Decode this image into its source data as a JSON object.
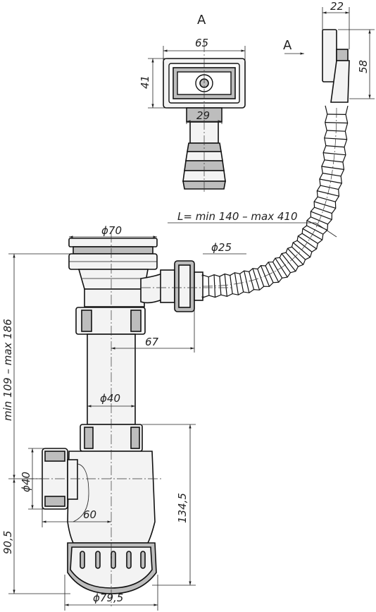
{
  "view": {
    "label_top": "A",
    "label_side": "A"
  },
  "dimensions": {
    "overflow_width": "65",
    "overflow_height": "41",
    "overflow_outlet": "29",
    "side_depth": "22",
    "side_height": "58",
    "hose_length": "L= min 140 – max 410",
    "grate_diameter": "ϕ70",
    "hose_diameter": "ϕ25",
    "offset_67": "67",
    "tube_diameter": "ϕ40",
    "height_range": "min 109 – max 186",
    "outlet_diameter": "ϕ40",
    "outlet_offset": "60",
    "outlet_height": "90,5",
    "trap_height": "134,5",
    "trap_diameter": "ϕ79,5"
  }
}
